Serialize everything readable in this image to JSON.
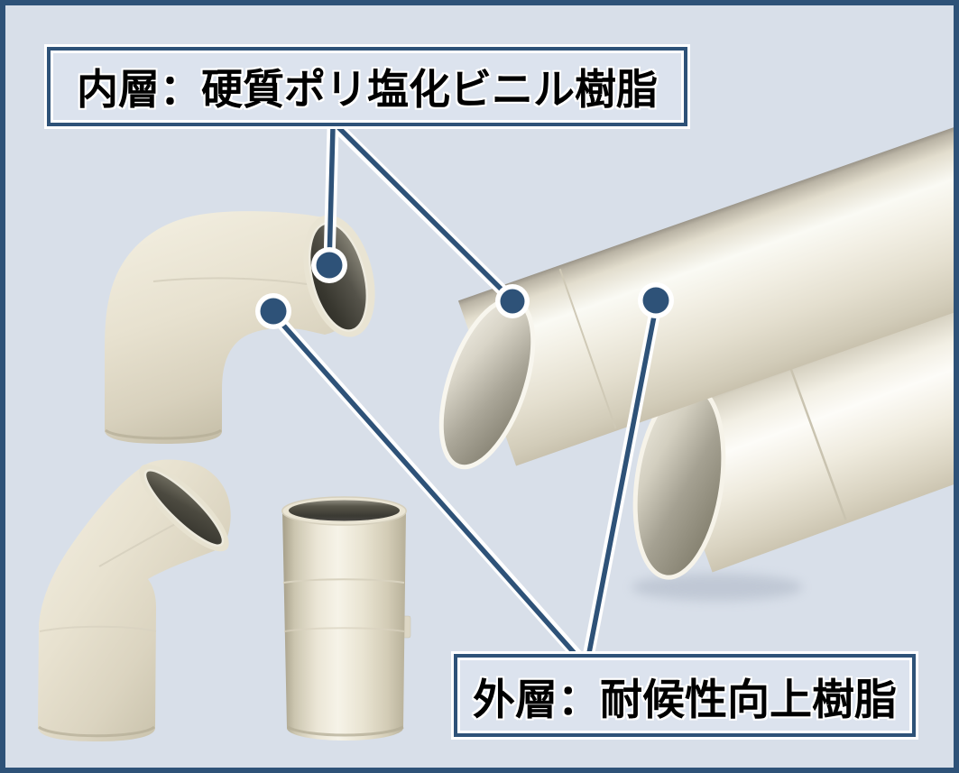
{
  "page": {
    "background_color": "#d8dfe9",
    "frame_color": "#2e5278"
  },
  "callouts": {
    "inner_layer": {
      "label": "内層：硬質ポリ塩化ビニル樹脂",
      "marker_color": "#2e5278",
      "targets": [
        "elbow-90-bore-rim",
        "upper-pipe-bore-rim"
      ]
    },
    "outer_layer": {
      "label": "外層：耐候性向上樹脂",
      "marker_color": "#2e5278",
      "targets": [
        "elbow-90-outer-surface",
        "lower-pipe-outer-surface"
      ]
    }
  },
  "illustration": {
    "items": [
      "elbow-90-fitting",
      "elbow-45-fitting",
      "straight-coupling",
      "upper-pipe",
      "lower-pipe"
    ],
    "body_color": "#e9e3d1",
    "bore_color": "#3a3932"
  }
}
